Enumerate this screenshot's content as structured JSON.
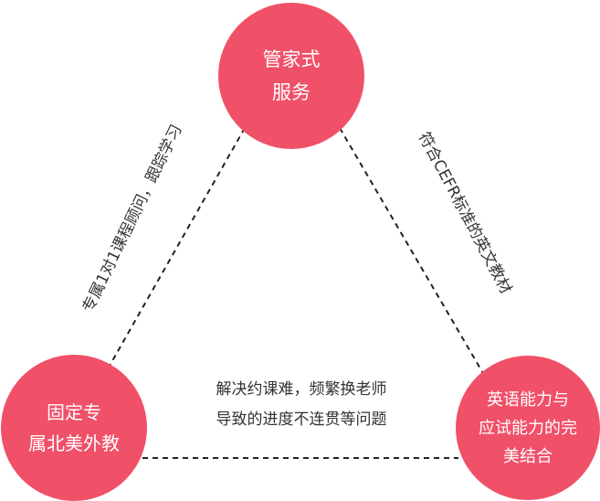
{
  "nodes": {
    "top": [
      "管家式",
      "服务"
    ],
    "left": [
      "固定专",
      "属北美外教"
    ],
    "right": [
      "英语能力与",
      "应试能力的完",
      "美结合"
    ]
  },
  "edges": {
    "left": "专属1对1课程顾问，跟踪学习",
    "right": "符合CEFR标准的英文教材"
  },
  "center": [
    "解决约课难，频繁换老师",
    "导致的进度不连贯等问题"
  ],
  "colors": {
    "node_fill": "#f05068",
    "node_text": "#ffffff",
    "text": "#333333",
    "dash_line": "#222222"
  }
}
